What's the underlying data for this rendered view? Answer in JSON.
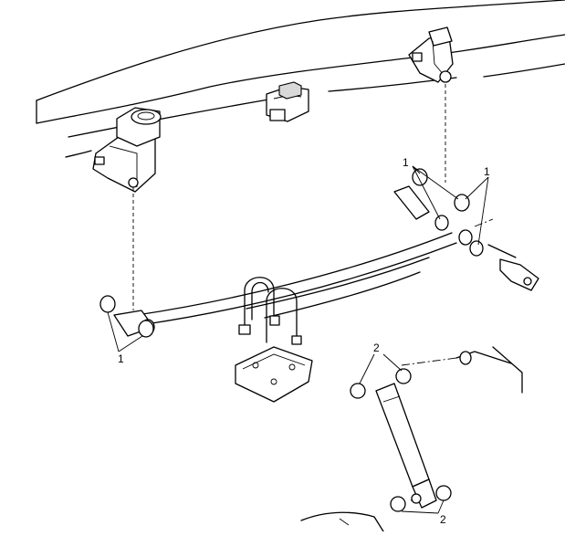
{
  "callouts": {
    "bushing_rear_upper": "1",
    "bushing_rear_side": "1",
    "bushing_front_lower": "1",
    "shock_bushing_upper": "2",
    "shock_bushing_lower": "2"
  }
}
